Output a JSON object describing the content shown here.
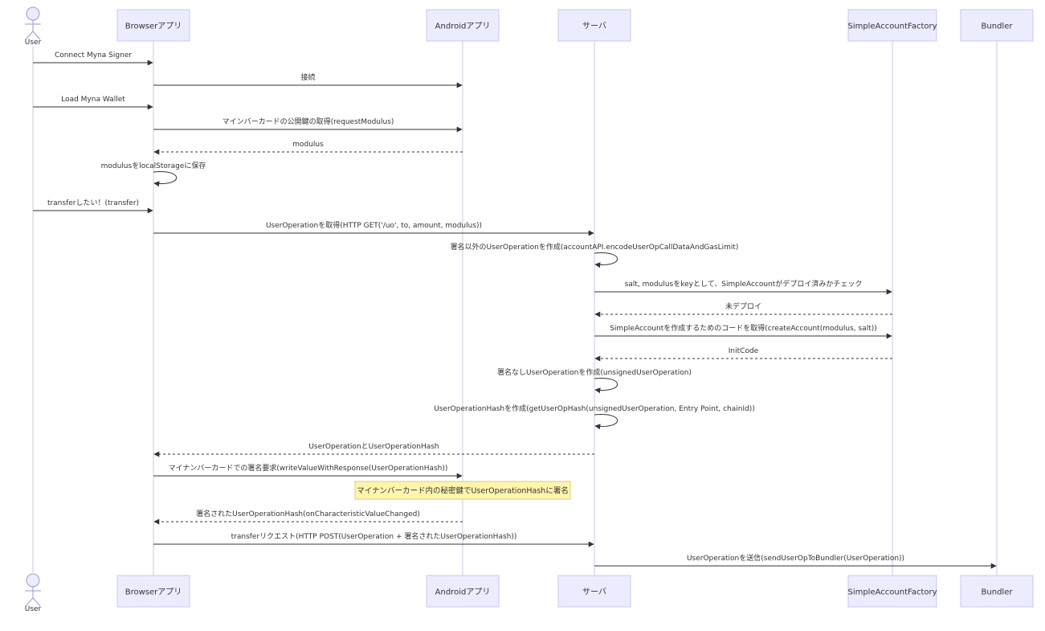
{
  "participants": [
    {
      "id": "user",
      "label": "User",
      "kind": "actor"
    },
    {
      "id": "browser",
      "label": "Browserアプリ",
      "kind": "box"
    },
    {
      "id": "android",
      "label": "Androidアプリ",
      "kind": "box"
    },
    {
      "id": "server",
      "label": "サーバ",
      "kind": "box"
    },
    {
      "id": "factory",
      "label": "SimpleAccountFactory",
      "kind": "box"
    },
    {
      "id": "bundler",
      "label": "Bundler",
      "kind": "box"
    }
  ],
  "messages": [
    {
      "from": "user",
      "to": "browser",
      "label": "Connect Myna Signer",
      "style": "solid"
    },
    {
      "from": "browser",
      "to": "android",
      "label": "接続",
      "style": "solid"
    },
    {
      "from": "user",
      "to": "browser",
      "label": "Load Myna Wallet",
      "style": "solid"
    },
    {
      "from": "browser",
      "to": "android",
      "label": "マインバーカードの公開鍵の取得(requestModulus)",
      "style": "solid"
    },
    {
      "from": "android",
      "to": "browser",
      "label": "modulus",
      "style": "dashed"
    },
    {
      "from": "browser",
      "to": "browser",
      "label": "modulusをlocalStorageに保存",
      "style": "self"
    },
    {
      "from": "user",
      "to": "browser",
      "label": "transferしたい！(transfer)",
      "style": "solid"
    },
    {
      "from": "browser",
      "to": "server",
      "label": "UserOperationを取得(HTTP GET('/uo', to, amount, modulus))",
      "style": "solid"
    },
    {
      "from": "server",
      "to": "server",
      "label": "署名以外のUserOperationを作成(accountAPI.encodeUserOpCallDataAndGasLimit)",
      "style": "self"
    },
    {
      "from": "server",
      "to": "factory",
      "label": "salt, modulusをkeyとして、SimpleAccountがデプロイ済みかチェック",
      "style": "solid"
    },
    {
      "from": "factory",
      "to": "server",
      "label": "未デプロイ",
      "style": "dashed"
    },
    {
      "from": "server",
      "to": "factory",
      "label": "SimpleAccountを作成するためのコードを取得(createAccount(modulus, salt))",
      "style": "solid"
    },
    {
      "from": "factory",
      "to": "server",
      "label": "InitCode",
      "style": "dashed"
    },
    {
      "from": "server",
      "to": "server",
      "label": "署名なしUserOperationを作成(unsignedUserOperation)",
      "style": "self"
    },
    {
      "from": "server",
      "to": "server",
      "label": "UserOperationHashを作成(getUserOpHash(unsignedUserOperation, Entry Point, chainId))",
      "style": "self"
    },
    {
      "from": "server",
      "to": "browser",
      "label": "UserOperationとUserOperationHash",
      "style": "dashed"
    },
    {
      "from": "browser",
      "to": "android",
      "label": "マイナンバーカードでの署名要求(writeValueWithResponse(UserOperationHash))",
      "style": "solid"
    },
    {
      "note": true,
      "over": "android",
      "label": "マイナンバーカード内の秘密鍵でUserOperationHashに署名"
    },
    {
      "from": "android",
      "to": "browser",
      "label": "署名されたUserOperationHash(onCharacteristicValueChanged)",
      "style": "dashed"
    },
    {
      "from": "browser",
      "to": "server",
      "label": "transferリクエスト(HTTP POST(UserOperation + 署名されたUserOperationHash))",
      "style": "solid"
    },
    {
      "from": "server",
      "to": "bundler",
      "label": "UserOperationを送信(sendUserOpToBundler(UserOperation))",
      "style": "solid"
    }
  ]
}
